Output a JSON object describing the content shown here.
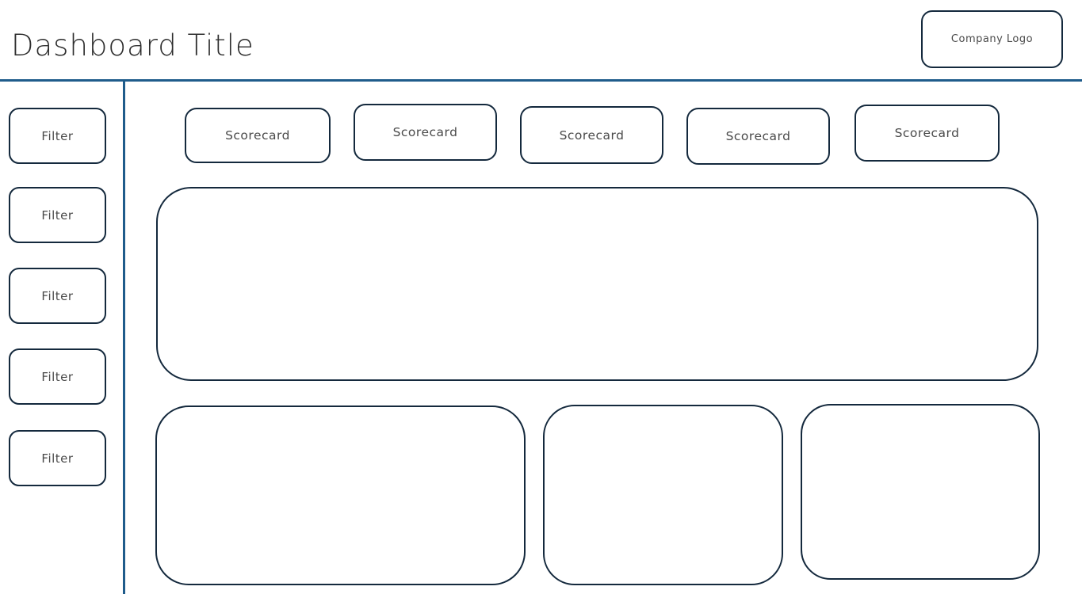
{
  "header": {
    "title": "Dashboard Title",
    "logo_label": "Company Logo"
  },
  "sidebar": {
    "filters": [
      {
        "label": "Filter"
      },
      {
        "label": "Filter"
      },
      {
        "label": "Filter"
      },
      {
        "label": "Filter"
      },
      {
        "label": "Filter"
      }
    ]
  },
  "main": {
    "scorecards": [
      {
        "label": "Scorecard"
      },
      {
        "label": "Scorecard"
      },
      {
        "label": "Scorecard"
      },
      {
        "label": "Scorecard"
      },
      {
        "label": "Scorecard"
      }
    ]
  },
  "colors": {
    "divider_blue": "#1f5c8b",
    "border_navy": "#14293d",
    "label_gray": "#4a4a4a",
    "title_gray": "#2e2e2e"
  }
}
